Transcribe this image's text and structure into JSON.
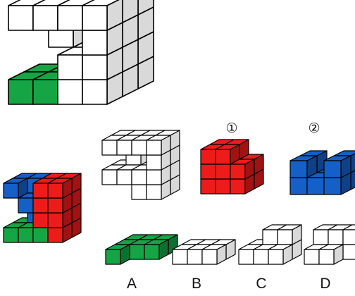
{
  "labels": {
    "piece1": "①",
    "piece2": "②",
    "options": [
      "A",
      "B",
      "C",
      "D"
    ]
  },
  "colors": {
    "white": "#ffffff",
    "green": "#15a545",
    "red": "#ee1b1b",
    "blue": "#1460c6",
    "outline": "#000000"
  }
}
